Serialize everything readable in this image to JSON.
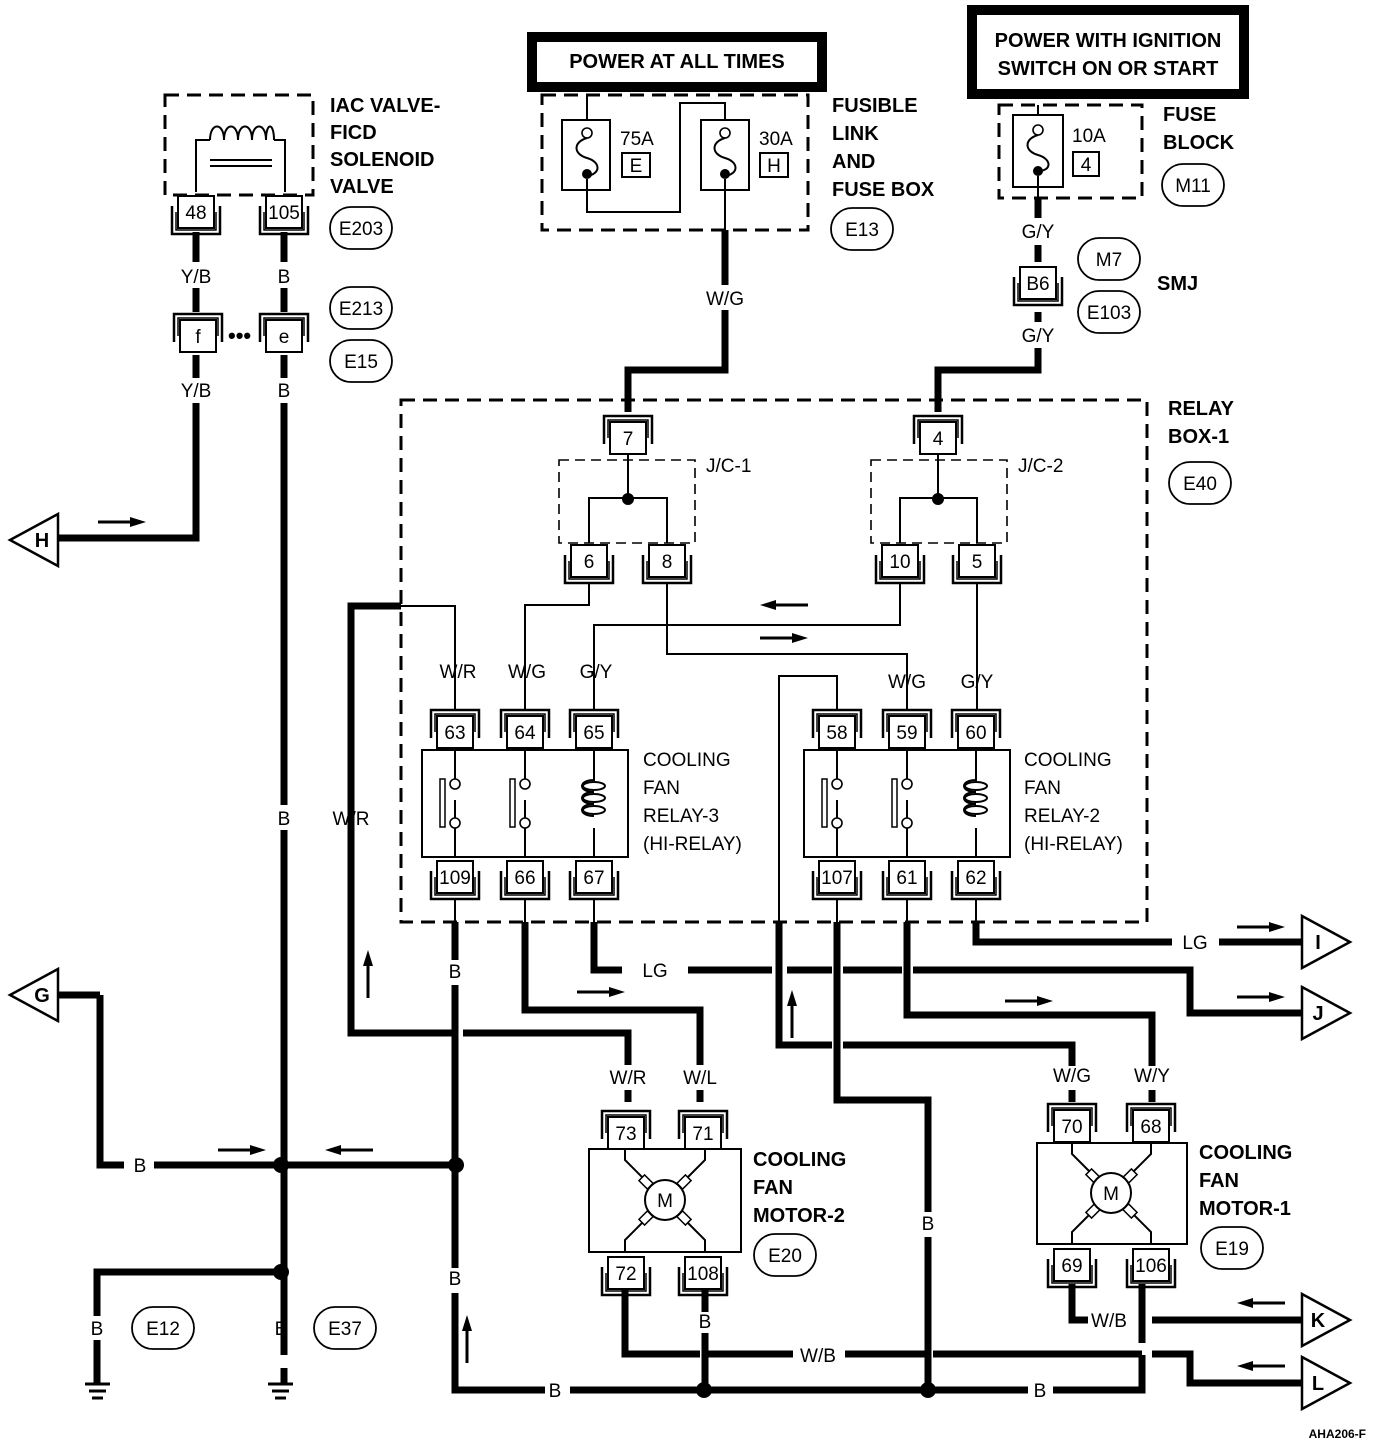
{
  "power_boxes": {
    "always": "POWER AT ALL TIMES",
    "ignition_line1": "POWER WITH IGNITION",
    "ignition_line2": "SWITCH ON OR START"
  },
  "components": {
    "iac_valve": {
      "name_lines": [
        "IAC VALVE-",
        "FICD",
        "SOLENOID",
        "VALVE"
      ],
      "connector": "E203",
      "pins": [
        "48",
        "105"
      ]
    },
    "fusible_link": {
      "name_lines": [
        "FUSIBLE",
        "LINK",
        "AND",
        "FUSE BOX"
      ],
      "connector": "E13",
      "fuses": [
        {
          "rating": "75A",
          "id": "E"
        },
        {
          "rating": "30A",
          "id": "H"
        }
      ]
    },
    "fuse_block": {
      "name_lines": [
        "FUSE",
        "BLOCK"
      ],
      "connector": "M11",
      "fuse": {
        "rating": "10A",
        "id": "4"
      }
    },
    "smj": {
      "name": "SMJ",
      "connectors": [
        "M7",
        "E103"
      ],
      "pin": "B6"
    },
    "inline_connector": {
      "connectors": [
        "E213",
        "E15"
      ],
      "pins": [
        "f",
        "e"
      ]
    },
    "relay_box": {
      "name_lines": [
        "RELAY",
        "BOX-1"
      ],
      "connector": "E40"
    },
    "jc1": {
      "name": "J/C-1",
      "pins": [
        "7",
        "6",
        "8"
      ]
    },
    "jc2": {
      "name": "J/C-2",
      "pins": [
        "4",
        "10",
        "5"
      ]
    },
    "relay3": {
      "name_lines": [
        "COOLING",
        "FAN",
        "RELAY-3",
        "(HI-RELAY)"
      ],
      "top_pins": [
        "63",
        "64",
        "65"
      ],
      "bottom_pins": [
        "109",
        "66",
        "67"
      ]
    },
    "relay2": {
      "name_lines": [
        "COOLING",
        "FAN",
        "RELAY-2",
        "(HI-RELAY)"
      ],
      "top_pins": [
        "58",
        "59",
        "60"
      ],
      "bottom_pins": [
        "107",
        "61",
        "62"
      ]
    },
    "motor2": {
      "name_lines": [
        "COOLING",
        "FAN",
        "MOTOR-2"
      ],
      "connector": "E20",
      "symbol": "M",
      "top_pins": [
        "73",
        "71"
      ],
      "bottom_pins": [
        "72",
        "108"
      ]
    },
    "motor1": {
      "name_lines": [
        "COOLING",
        "FAN",
        "MOTOR-1"
      ],
      "connector": "E19",
      "symbol": "M",
      "top_pins": [
        "70",
        "68"
      ],
      "bottom_pins": [
        "69",
        "106"
      ]
    },
    "grounds": [
      {
        "connector": "E12",
        "wire": "B"
      },
      {
        "connector": "E37",
        "wire": "B"
      }
    ]
  },
  "wire_colors": {
    "yb": "Y/B",
    "b": "B",
    "wg": "W/G",
    "gy": "G/Y",
    "wr": "W/R",
    "wl": "W/L",
    "wy": "W/Y",
    "lg": "LG",
    "wb": "W/B"
  },
  "off_page": [
    "H",
    "G",
    "I",
    "J",
    "K",
    "L"
  ],
  "figure_id": "AHA206-F"
}
